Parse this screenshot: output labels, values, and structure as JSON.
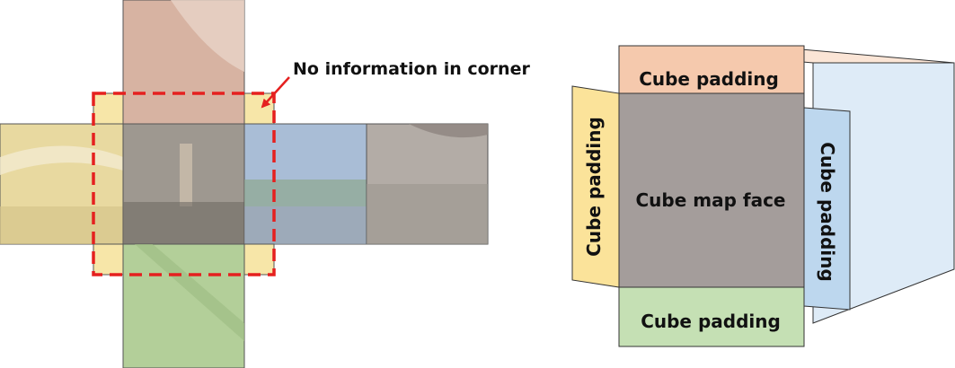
{
  "left_diagram": {
    "annotation": "No information in corner"
  },
  "right_diagram": {
    "top_padding": "Cube padding",
    "left_padding": "Cube padding",
    "right_padding": "Cube padding",
    "bottom_padding": "Cube padding",
    "center_face": "Cube map face"
  },
  "colors": {
    "top": "#d7b3a2",
    "left": "#e8d9a0",
    "front": "#9e9890",
    "right": "#a9bdd6",
    "back": "#b3aca6",
    "bottom": "#b3cf99",
    "corner": "#f7e6a8",
    "dashed": "#e5201f",
    "pad_orange": "#f5c9ad",
    "pad_yellow": "#fbe39a",
    "pad_blue": "#bdd7ee",
    "pad_green": "#c5e0b4",
    "face_gray": "#a49d9b",
    "cube_top": "#fbe5d6",
    "cube_side": "#deebf7"
  }
}
